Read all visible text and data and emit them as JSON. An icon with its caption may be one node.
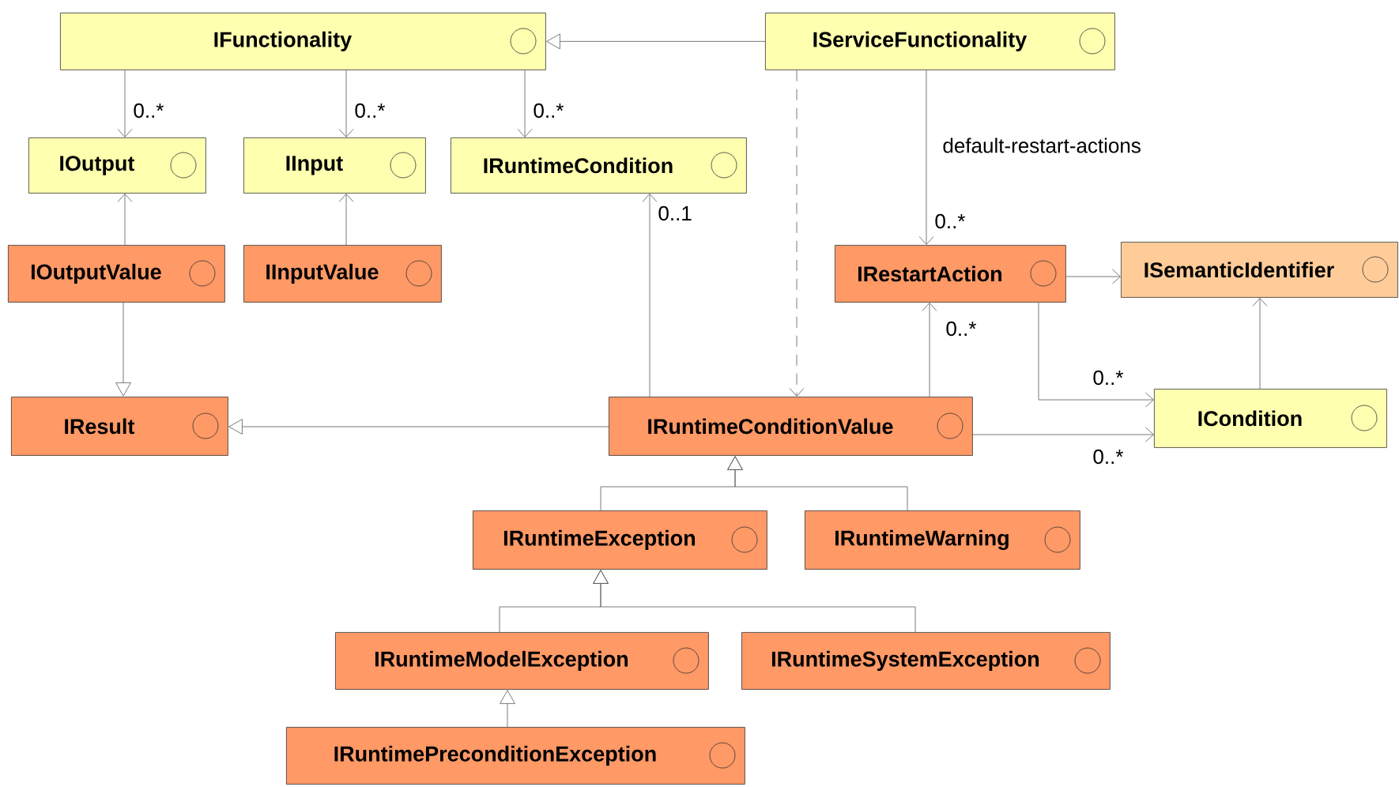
{
  "diagram": {
    "nodes": [
      {
        "text": [
          "IFunctionality"
        ]
      },
      {
        "text": [
          "IServiceFunctionality"
        ]
      },
      {
        "text": [
          "IOutput"
        ]
      },
      {
        "text": [
          "IInput"
        ]
      },
      {
        "text": [
          "IRuntimeCondition"
        ]
      },
      {
        "text": [
          "IOutputValue"
        ]
      },
      {
        "text": [
          "IInputValue"
        ]
      },
      {
        "text": [
          "IRestartAction"
        ]
      },
      {
        "text": [
          "ISemanticIdentifier"
        ]
      },
      {
        "text": [
          "IResult"
        ]
      },
      {
        "text": [
          "IRuntimeConditionValue"
        ]
      },
      {
        "text": [
          "ICondition"
        ]
      },
      {
        "text": [
          "IRuntimeException"
        ]
      },
      {
        "text": [
          "IRuntimeWarning"
        ]
      },
      {
        "text": [
          "IRuntimeModelException"
        ]
      },
      {
        "text": [
          "IRuntimeSystemException"
        ]
      },
      {
        "text": [
          "IRuntimePreconditionException"
        ]
      }
    ],
    "edges": [
      {
        "from": 1,
        "to": 0,
        "arrow": "to"
      },
      {
        "from": 0,
        "to": 2,
        "arrow": "to",
        "label": "0..*"
      },
      {
        "from": 0,
        "to": 3,
        "arrow": "to",
        "label": "0..*"
      },
      {
        "from": 0,
        "to": 4,
        "arrow": "to",
        "label": "0..*"
      },
      {
        "from": 5,
        "to": 2,
        "arrow": "to"
      },
      {
        "from": 6,
        "to": 3,
        "arrow": "to"
      },
      {
        "from": 5,
        "to": 9,
        "arrow": "to"
      },
      {
        "from": 10,
        "to": 4,
        "arrow": "to",
        "label": "0..1"
      },
      {
        "from": 1,
        "to": 10,
        "arrow": "to",
        "style": "dashed"
      },
      {
        "from": 1,
        "to": 7,
        "arrow": "to",
        "label": "default-restart-actions"
      },
      {
        "from": 10,
        "to": 7,
        "arrow": "to",
        "label": "0..*"
      },
      {
        "from": 7,
        "to": 8,
        "arrow": "to"
      },
      {
        "from": 7,
        "to": 11,
        "arrow": "to",
        "label": "0..*"
      },
      {
        "from": 10,
        "to": 11,
        "arrow": "to",
        "label": "0..*"
      },
      {
        "from": 11,
        "to": 8,
        "arrow": "to"
      },
      {
        "from": 10,
        "to": 9,
        "arrow": "to"
      },
      {
        "from": 12,
        "to": 10,
        "arrow": "to"
      },
      {
        "from": 13,
        "to": 10,
        "arrow": "to"
      },
      {
        "from": 14,
        "to": 12,
        "arrow": "to"
      },
      {
        "from": 15,
        "to": 12,
        "arrow": "to"
      },
      {
        "from": 16,
        "to": 14,
        "arrow": "to"
      }
    ],
    "labels": [
      "0..*"
    ]
  }
}
